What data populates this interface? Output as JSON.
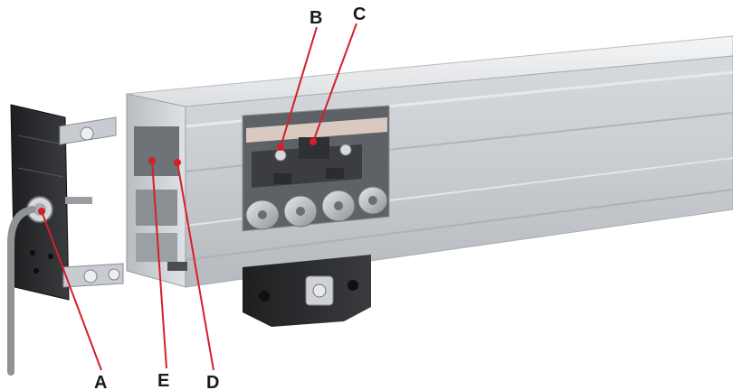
{
  "callouts": {
    "a": "A",
    "b": "B",
    "c": "C",
    "d": "D",
    "e": "E"
  },
  "colors": {
    "leader_line": "#d51f2b",
    "leader_dot": "#d51f2b",
    "rail_light": "#e6e8ea",
    "rail_mid": "#c9ccd0",
    "rail_dark": "#8e9398",
    "dark_parts": "#2b2c2e"
  }
}
